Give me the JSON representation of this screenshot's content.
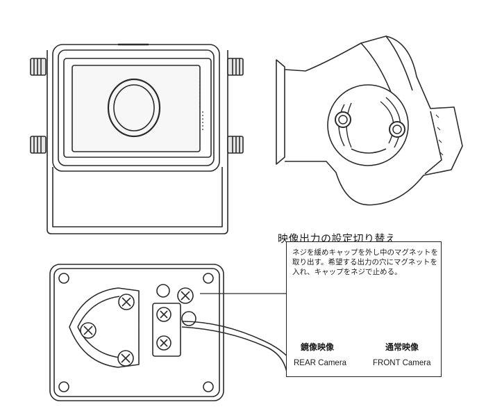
{
  "diagram": {
    "section_title": "映像出力の設定切り替え",
    "instructions": "ネジを緩めキャップを外し中のマグネットを取り出す。希望する出力の穴にマグネットを入れ、キャップをネジで止める。",
    "options": [
      {
        "label_jp": "鏡像映像",
        "label_en": "REAR Camera"
      },
      {
        "label_jp": "通常映像",
        "label_en": "FRONT  Camera"
      }
    ],
    "colors": {
      "line": "#2a2a2a",
      "background": "#ffffff",
      "fill_light": "#e6e6e6"
    }
  }
}
